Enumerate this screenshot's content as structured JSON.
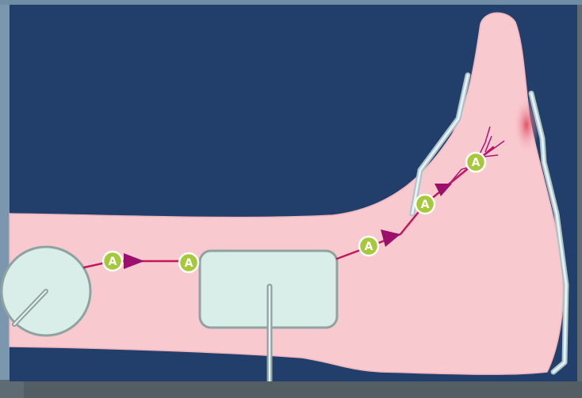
{
  "colors": {
    "frame": "#5f6b72",
    "frame_left": "#7a97ad",
    "background": "#223e6a",
    "skin": "#f8c9cf",
    "skin_outline": "#e9aab4",
    "electrode_fill": "#d9eee9",
    "electrode_stroke": "#8fa3a1",
    "wire": "#a9c3c8",
    "nerve": "#c2185b",
    "arrow": "#9c0f6b",
    "node_fill": "#a7c83a",
    "node_stroke": "#ffffff",
    "hotspot": "#e0425c"
  },
  "nodes": [
    {
      "label": "A"
    },
    {
      "label": "A"
    },
    {
      "label": "A"
    },
    {
      "label": "A"
    },
    {
      "label": "A"
    }
  ],
  "electrodes": {
    "round": "round-electrode",
    "rect": "rect-electrode",
    "clips": [
      "toe-clip-left",
      "toe-clip-right"
    ]
  }
}
